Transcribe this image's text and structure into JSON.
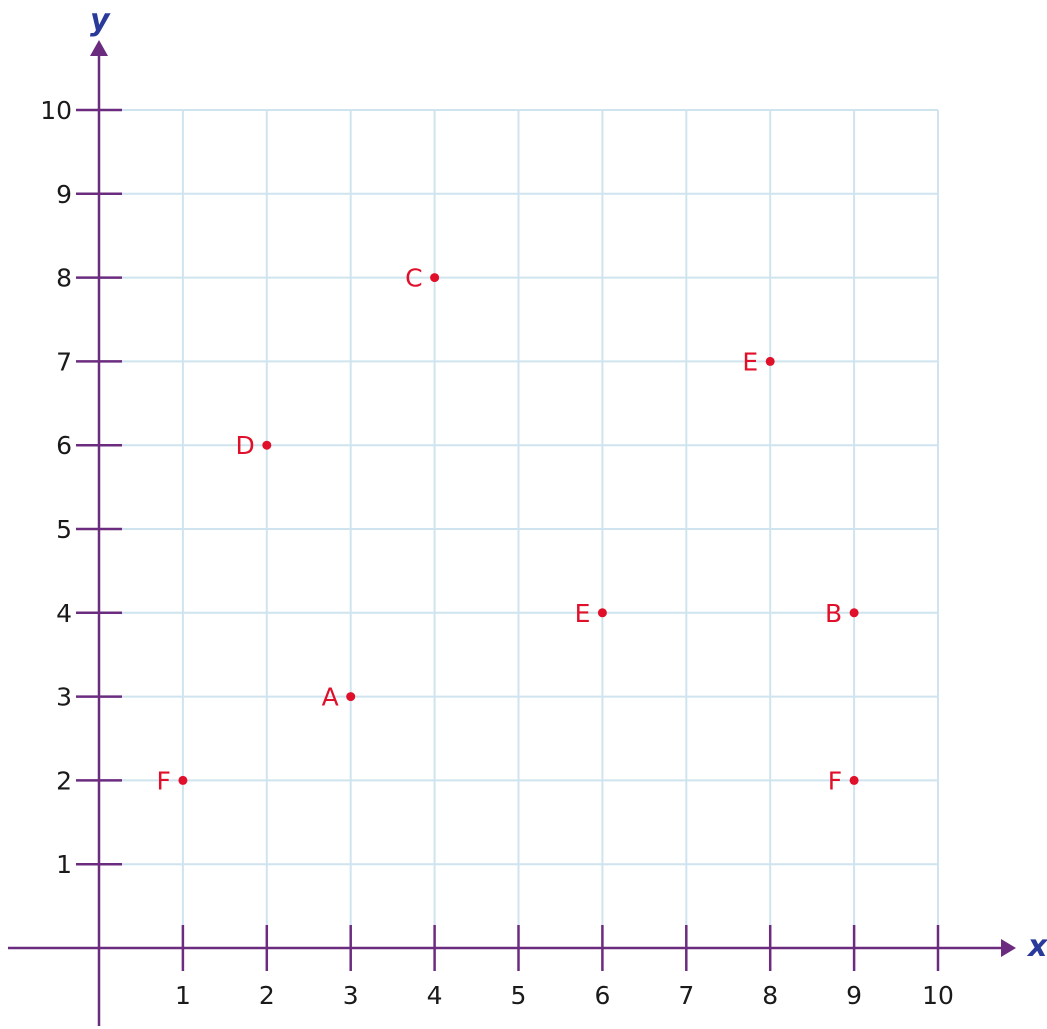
{
  "chart_data": {
    "type": "scatter",
    "title": "",
    "xlabel": "x",
    "ylabel": "y",
    "xlim": [
      0,
      10
    ],
    "ylim": [
      0,
      10
    ],
    "x_ticks": [
      "1",
      "2",
      "3",
      "4",
      "5",
      "6",
      "7",
      "8",
      "9",
      "10"
    ],
    "y_ticks": [
      "1",
      "2",
      "3",
      "4",
      "5",
      "6",
      "7",
      "8",
      "9",
      "10"
    ],
    "grid": true,
    "points": [
      {
        "label": "A",
        "x": 3,
        "y": 3
      },
      {
        "label": "B",
        "x": 9,
        "y": 4
      },
      {
        "label": "C",
        "x": 4,
        "y": 8
      },
      {
        "label": "D",
        "x": 2,
        "y": 6
      },
      {
        "label": "E",
        "x": 8,
        "y": 7
      },
      {
        "label": "E",
        "x": 6,
        "y": 4
      },
      {
        "label": "F",
        "x": 1,
        "y": 2
      },
      {
        "label": "F",
        "x": 9,
        "y": 2
      }
    ]
  },
  "colors": {
    "axis": "#6b2c7f",
    "grid": "#cfe4ee",
    "axis_title": "#2a3a9a",
    "point": "#e0102a",
    "tick_text": "#1a1a1a"
  }
}
